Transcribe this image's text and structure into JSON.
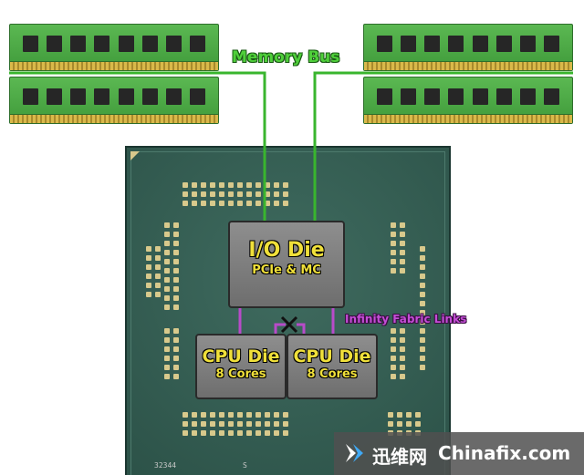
{
  "memory_bus_label": "Memory Bus",
  "io_die": {
    "title": "I/O Die",
    "subtitle": "PCIe & MC"
  },
  "cpu_dies": [
    {
      "title": "CPU Die",
      "subtitle": "8 Cores"
    },
    {
      "title": "CPU Die",
      "subtitle": "8 Cores"
    }
  ],
  "infinity_fabric_label": "Infinity Fabric Links",
  "package_markings": {
    "left": "32344",
    "right": "S"
  },
  "watermark": {
    "cn": "迅维网",
    "en": "Chinafix.com"
  },
  "colors": {
    "memory_bus": "#39b52e",
    "infinity_fabric": "#b84bc9",
    "die_text": "#f0e03a",
    "package": "#2e5a4f"
  }
}
